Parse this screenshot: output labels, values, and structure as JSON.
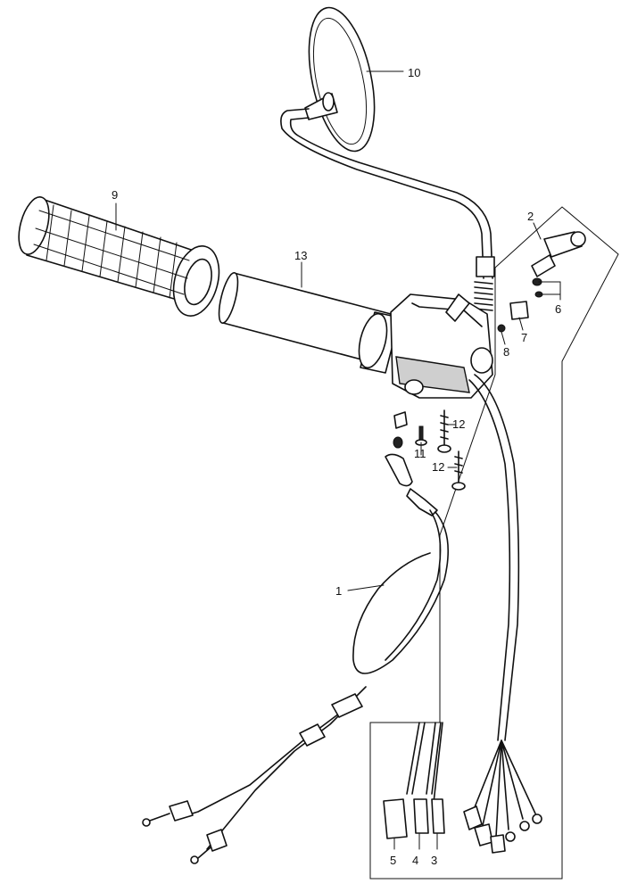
{
  "callouts": {
    "c1": "1",
    "c2": "2",
    "c3": "3",
    "c4": "4",
    "c5": "5",
    "c6": "6",
    "c7": "7",
    "c8": "8",
    "c9": "9",
    "c10": "10",
    "c11": "11",
    "c12a": "12",
    "c12b": "12",
    "c13": "13"
  },
  "colors": {
    "ink": "#111111",
    "paper": "#ffffff"
  }
}
